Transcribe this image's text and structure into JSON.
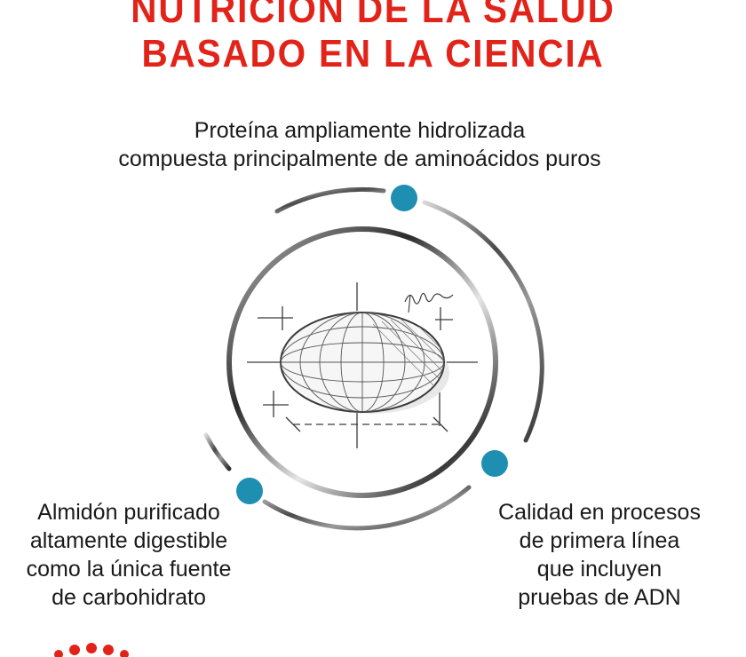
{
  "title": {
    "line1": "NUTRICIÓN DE LA SALUD",
    "line2": "BASADO EN LA CIENCIA"
  },
  "benefits": [
    {
      "lines": [
        "Proteína ampliamente hidrolizada",
        "compuesta principalmente de aminoácidos puros"
      ]
    },
    {
      "lines": [
        "Almidón purificado",
        "altamente digestible",
        "como la única fuente",
        "de carbohidrato"
      ]
    },
    {
      "lines": [
        "Calidad en procesos",
        "de primera línea",
        "que incluyen",
        "pruebas de ADN"
      ]
    }
  ],
  "colors": {
    "title_red": "#e2231a",
    "dot_teal": "#1e8fb0",
    "ring_dark": "#2b2b2b",
    "ring_light": "#d0d0d0",
    "logo_red": "#e2231a"
  },
  "icons": [
    "kibble-sketch-icon",
    "brand-crown-icon"
  ]
}
